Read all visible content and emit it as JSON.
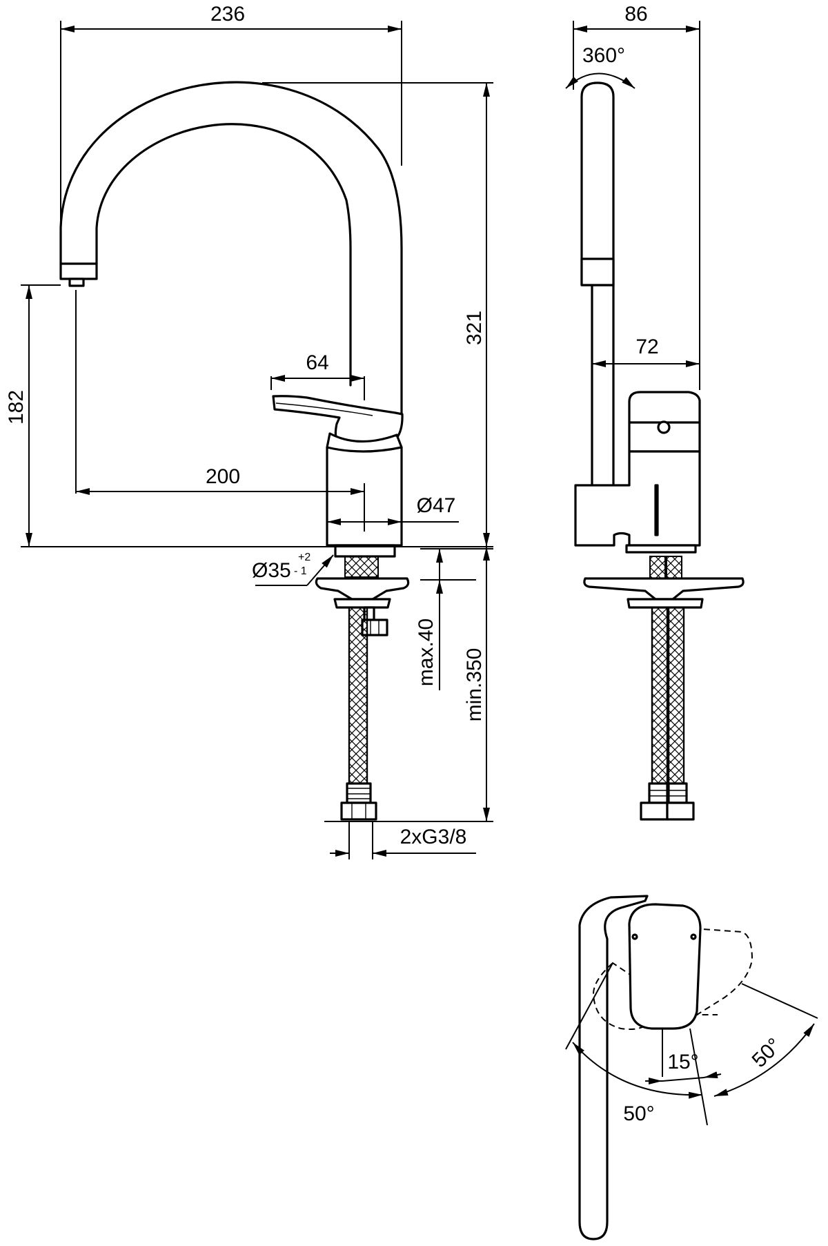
{
  "dimensions": {
    "total_width": "236",
    "side_width": "86",
    "rotation": "360°",
    "total_height": "321",
    "spout_height": "182",
    "lever_length": "64",
    "reach": "200",
    "body_diameter": "Ø47",
    "side_offset": "72",
    "hole_diameter": "Ø35",
    "hole_tol_plus": "+2",
    "hole_tol_minus": "- 1",
    "max_thickness": "max.40",
    "min_length": "min.350",
    "connection": "2xG3/8",
    "lever_angle_center": "15°",
    "lever_angle_left": "50°",
    "lever_angle_right": "50°"
  }
}
